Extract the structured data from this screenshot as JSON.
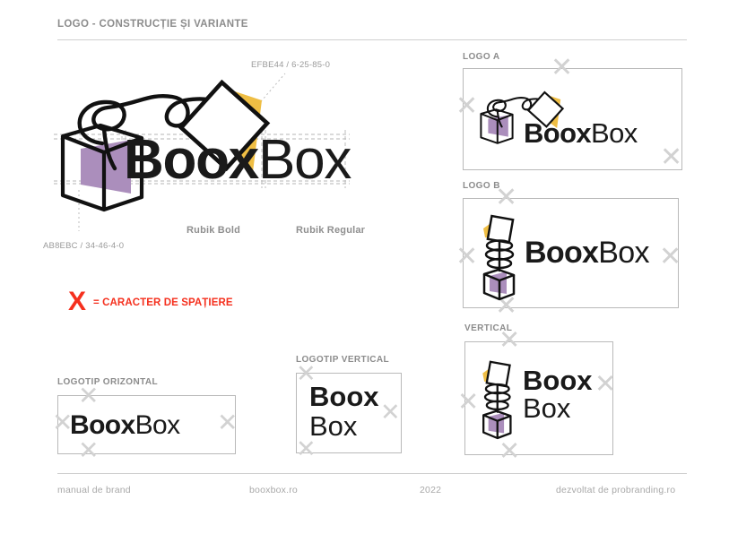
{
  "page": {
    "title": "LOGO - CONSTRUCȚIE ȘI VARIANTE",
    "background": "#ffffff",
    "rule_color": "#cfcfcf"
  },
  "brand": {
    "wordmark_bold": "Boox",
    "wordmark_regular": "Box",
    "wordmark_full": "BooxBox",
    "colors": {
      "yellow": "#EFBE44",
      "purple": "#AB8EBC",
      "ink": "#1a1a1a",
      "accent_red": "#f5301e",
      "spacing_x": "#d2d2d2"
    }
  },
  "construction": {
    "color_annotation_yellow": "EFBE44 / 6-25-85-0",
    "color_annotation_purple": "AB8EBC / 34-46-4-0",
    "font_bold_label": "Rubik Bold",
    "font_regular_label": "Rubik Regular",
    "spacing_key_glyph": "X",
    "spacing_key_text": "= CARACTER DE SPAȚIERE"
  },
  "variants": {
    "logo_a": {
      "caption": "LOGO A"
    },
    "logo_b": {
      "caption": "LOGO B"
    },
    "vertical": {
      "caption": "VERTICAL"
    },
    "logotype_horizontal": {
      "caption": "LOGOTIP ORIZONTAL"
    },
    "logotype_vertical": {
      "caption": "LOGOTIP VERTICAL"
    }
  },
  "footer": {
    "left": "manual de brand",
    "site": "booxbox.ro",
    "year": "2022",
    "right": "dezvoltat de probranding.ro"
  }
}
